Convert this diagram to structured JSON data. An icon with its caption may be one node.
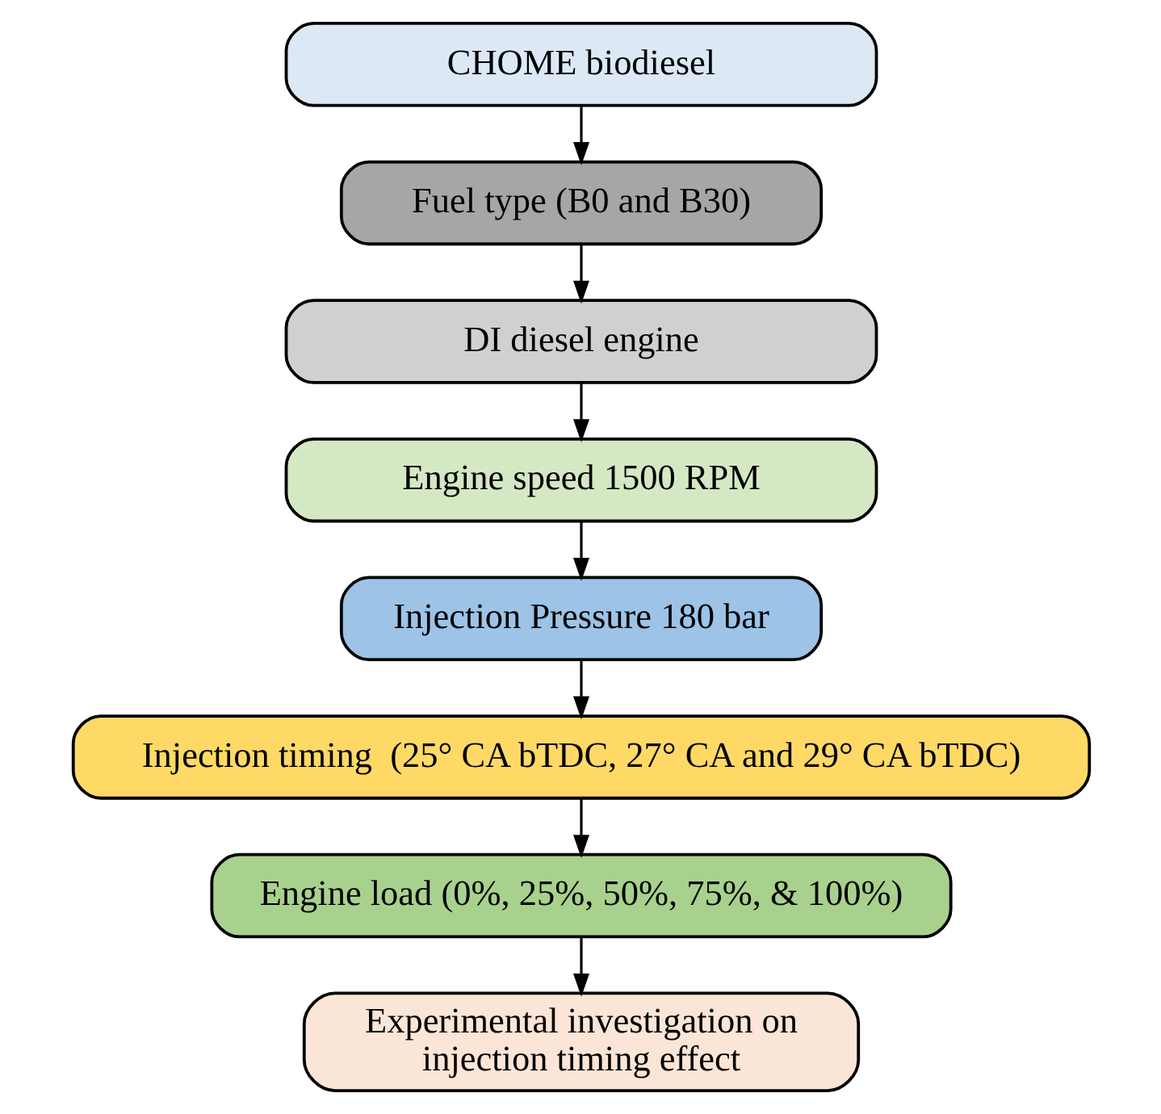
{
  "diagram": {
    "nodes": [
      {
        "text": [
          "CHOME biodiesel"
        ]
      },
      {
        "text": [
          "Fuel type (B0 and B30)"
        ]
      },
      {
        "text": [
          "DI diesel engine"
        ]
      },
      {
        "text": [
          "Engine speed 1500 RPM"
        ]
      },
      {
        "text": [
          "Injection Pressure 180 bar"
        ]
      },
      {
        "text": [
          "Injection timing  (25° CA bTDC, 27° CA and 29° CA bTDC)"
        ]
      },
      {
        "text": [
          "Engine load (0%, 25%, 50%, 75%, & 100%)"
        ]
      },
      {
        "text": [
          "Experimental investigation on injection timing effect"
        ]
      }
    ],
    "edges": [
      {
        "from": 0,
        "to": 1,
        "arrow": "to"
      },
      {
        "from": 1,
        "to": 2,
        "arrow": "to"
      },
      {
        "from": 2,
        "to": 3,
        "arrow": "to"
      },
      {
        "from": 3,
        "to": 4,
        "arrow": "to"
      },
      {
        "from": 4,
        "to": 5,
        "arrow": "to"
      },
      {
        "from": 5,
        "to": 6,
        "arrow": "to"
      },
      {
        "from": 6,
        "to": 7,
        "arrow": "to"
      }
    ]
  }
}
